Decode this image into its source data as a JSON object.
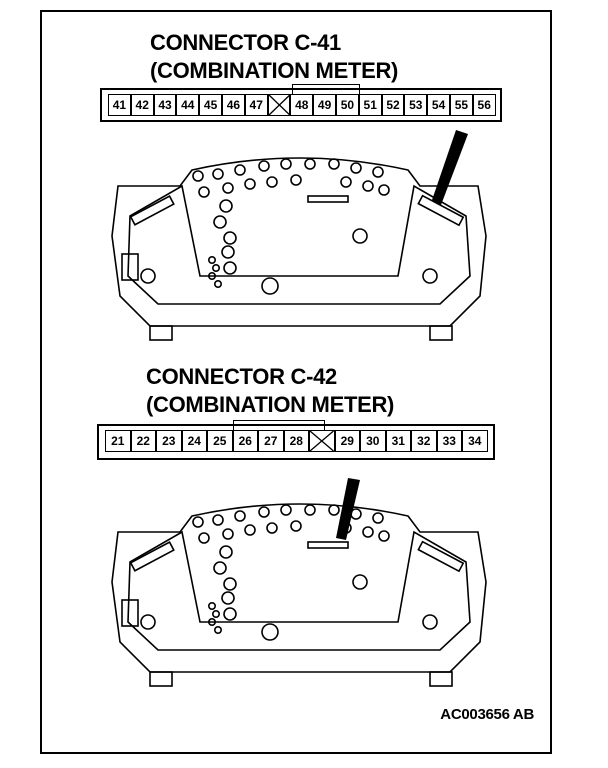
{
  "connectors": [
    {
      "title_line1": "CONNECTOR C-41",
      "title_line2": "(COMBINATION METER)",
      "pins": [
        "41",
        "42",
        "43",
        "44",
        "45",
        "46",
        "47",
        "",
        "48",
        "49",
        "50",
        "51",
        "52",
        "53",
        "54",
        "55",
        "56"
      ]
    },
    {
      "title_line1": "CONNECTOR C-42",
      "title_line2": "(COMBINATION METER)",
      "pins": [
        "21",
        "22",
        "23",
        "24",
        "25",
        "26",
        "27",
        "28",
        "",
        "29",
        "30",
        "31",
        "32",
        "33",
        "34"
      ]
    }
  ],
  "figure_code": "AC003656 AB"
}
